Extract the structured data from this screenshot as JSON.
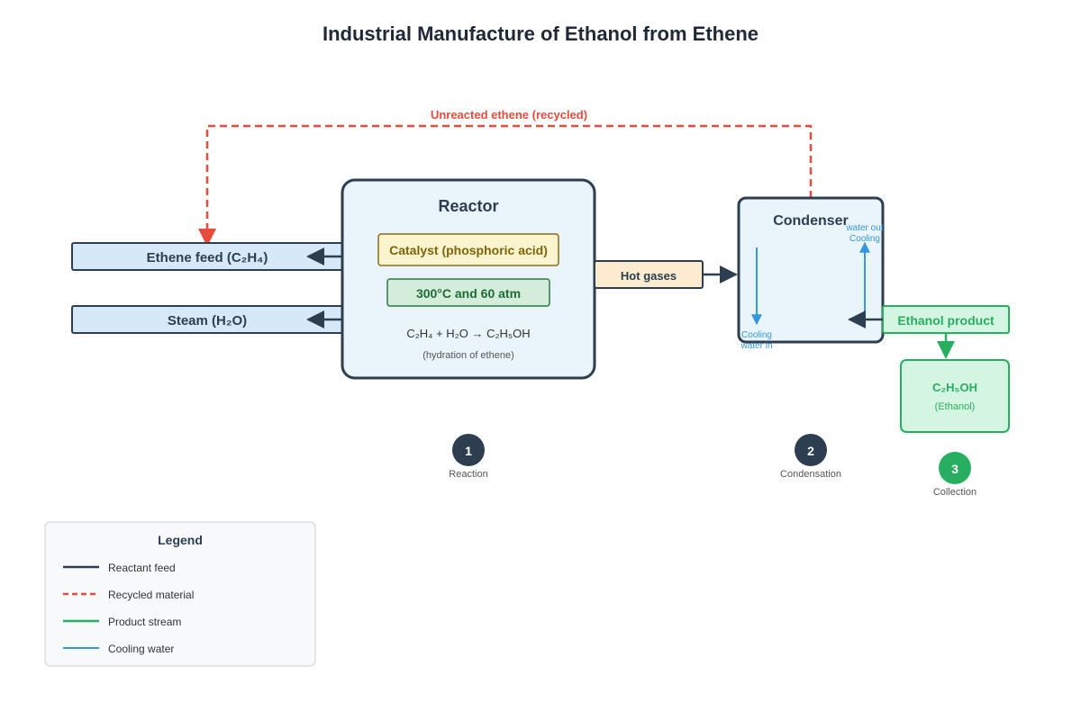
{
  "title": "Industrial Manufacture of Ethanol from Ethene",
  "recycle_label": "Unreacted ethene (recycled)",
  "feeds": {
    "ethene": "Ethene feed (C₂H₄)",
    "steam": "Steam (H₂O)"
  },
  "reactor": {
    "title": "Reactor",
    "catalyst": "Catalyst (phosphoric acid)",
    "conditions": "300°C and 60 atm",
    "equation": "C₂H₄ + H₂O → C₂H₅OH",
    "equation_note": "(hydration of ethene)"
  },
  "hot_gases": "Hot gases",
  "condenser": {
    "title": "Condenser",
    "cooling_out_line1": "water out",
    "cooling_out_line2": "Cooling",
    "cooling_in_line1": "Cooling",
    "cooling_in_line2": "water in"
  },
  "product": {
    "label": "Ethanol product",
    "formula": "C₂H₅OH",
    "name": "(Ethanol)"
  },
  "steps": [
    {
      "number": "1",
      "label": "Reaction"
    },
    {
      "number": "2",
      "label": "Condensation"
    },
    {
      "number": "3",
      "label": "Collection"
    }
  ],
  "legend": {
    "title": "Legend",
    "items": [
      {
        "label": "Reactant feed",
        "color": "#2c3e50",
        "dashed": false
      },
      {
        "label": "Recycled material",
        "color": "#e74c3c",
        "dashed": true
      },
      {
        "label": "Product stream",
        "color": "#27ae60",
        "dashed": false
      },
      {
        "label": "Cooling water",
        "color": "#3498db",
        "dashed": false
      }
    ]
  },
  "colors": {
    "reactant": "#2c3e50",
    "recycle": "#e74c3c",
    "product": "#27ae60",
    "cooling": "#3498db"
  }
}
